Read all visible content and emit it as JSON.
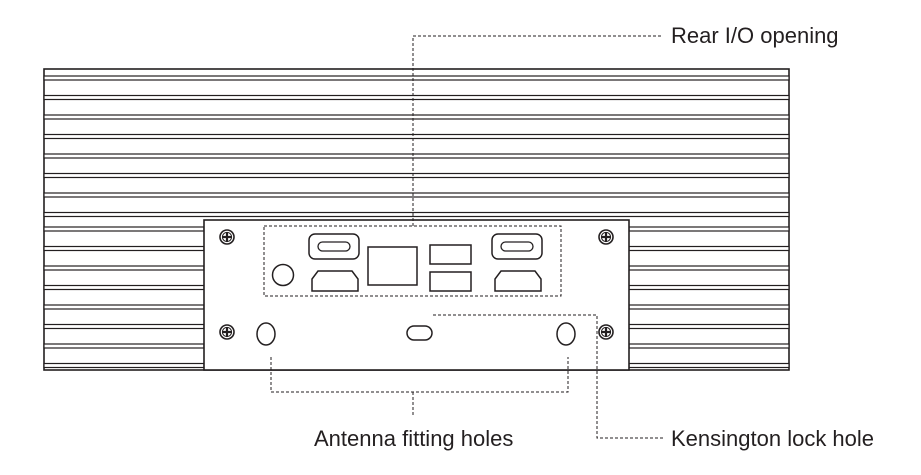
{
  "labels": {
    "rear_io": "Rear I/O opening",
    "antenna": "Antenna fitting holes",
    "kensington": "Kensington lock hole"
  },
  "colors": {
    "ink": "#231f20",
    "background": "#ffffff"
  }
}
